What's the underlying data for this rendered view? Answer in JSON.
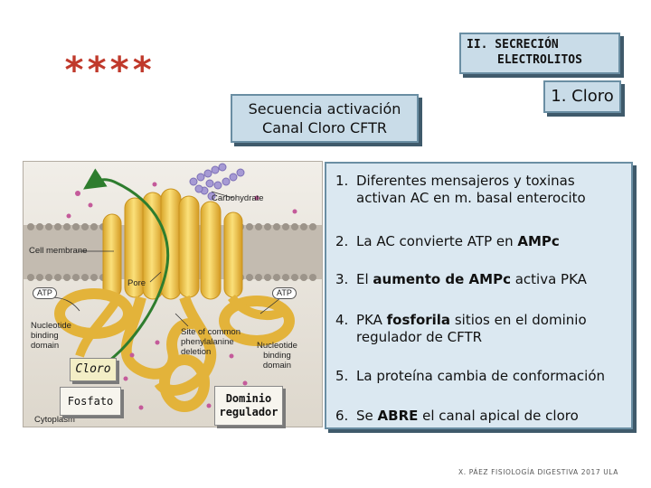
{
  "stars": "****",
  "section": {
    "line1": "II. SECRECIÓN",
    "line2": "ELECTROLITOS"
  },
  "subsection": "1. Cloro",
  "sequence_title": {
    "line1": "Secuencia activación",
    "line2": "Canal Cloro CFTR"
  },
  "steps": [
    {
      "num": "1.",
      "parts": [
        "Diferentes mensajeros y toxinas activan AC en m. basal enterocito"
      ]
    },
    {
      "num": "2.",
      "before": "La AC convierte ATP en ",
      "bold": "AMPc",
      "after": ""
    },
    {
      "num": "3.",
      "before": "El ",
      "bold": "aumento de AMPc",
      "after": " activa PKA"
    },
    {
      "num": "4.",
      "before": "PKA ",
      "bold": "fosforila",
      "after": " sitios en el dominio regulador de CFTR"
    },
    {
      "num": "5.",
      "parts": [
        "La proteína cambia de conformación"
      ]
    },
    {
      "num": "6.",
      "before": "Se ",
      "bold": "ABRE",
      "after": " el canal apical de cloro"
    }
  ],
  "diagram": {
    "carbohydrate": "Carbohydrate",
    "cell_membrane": "Cell membrane",
    "pore": "Pore",
    "atp_left": "ATP",
    "atp_right": "ATP",
    "nbd_left": [
      "Nucleotide",
      "binding",
      "domain"
    ],
    "nbd_right": [
      "Nucleotide",
      "binding",
      "domain"
    ],
    "deletion_site": [
      "Site of common",
      "phenylalanine",
      "deletion"
    ],
    "cytoplasm": "Cytoplasm",
    "cloro_tag": "Cloro",
    "fosfato_tag": "Fosfato",
    "dominio_tag": [
      "Dominio",
      "regulador"
    ]
  },
  "colors": {
    "stars": "#c0392b",
    "box_fill": "#c9dce8",
    "protein": "#f1c349",
    "membrane": "#b4aba0",
    "arrow": "#2e7d2e"
  },
  "footer": "X. PÁEZ   FISIOLOGÍA DIGESTIVA 2017  ULA"
}
